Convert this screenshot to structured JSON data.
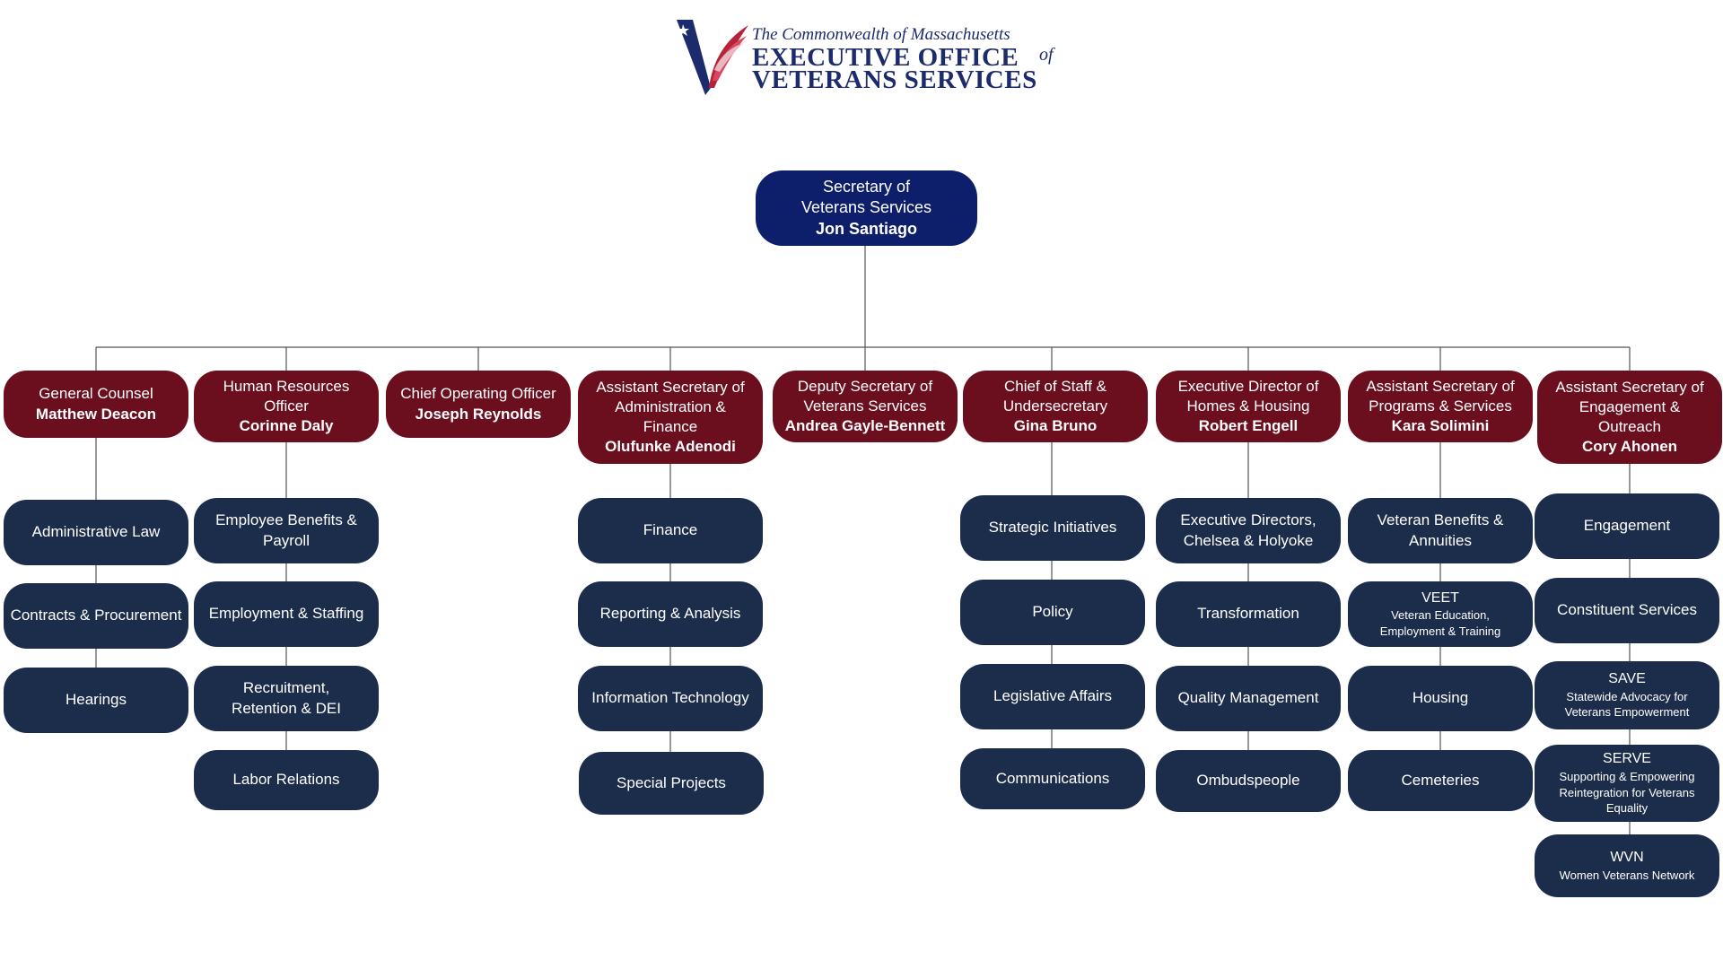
{
  "logo": {
    "line1": "The Commonwealth of Massachusetts",
    "line2": "EXECUTIVE OFFICE",
    "of": "of",
    "line3": "VETERANS SERVICES"
  },
  "secretary": {
    "title1": "Secretary of",
    "title2": "Veterans Services",
    "name": "Jon Santiago"
  },
  "heads": [
    {
      "t1": "General Counsel",
      "name": "Matthew Deacon"
    },
    {
      "t1": "Human Resources",
      "t2": "Officer",
      "name": "Corinne Daly"
    },
    {
      "t1": "Chief Operating Officer",
      "name": "Joseph Reynolds"
    },
    {
      "t1": "Assistant Secretary of",
      "t2": "Administration &",
      "t3": "Finance",
      "name": "Olufunke Adenodi"
    },
    {
      "t1": "Deputy Secretary of",
      "t2": "Veterans Services",
      "name": "Andrea Gayle-Bennett"
    },
    {
      "t1": "Chief of Staff &",
      "t2": "Undersecretary",
      "name": "Gina Bruno"
    },
    {
      "t1": "Executive Director of",
      "t2": "Homes & Housing",
      "name": "Robert Engell"
    },
    {
      "t1": "Assistant Secretary of",
      "t2": "Programs & Services",
      "name": "Kara Solimini"
    },
    {
      "t1": "Assistant Secretary of",
      "t2": "Engagement &",
      "t3": "Outreach",
      "name": "Cory Ahonen"
    }
  ],
  "col1": [
    "Administrative Law",
    "Contracts & Procurement",
    "Hearings"
  ],
  "col2": [
    {
      "l1": "Employee Benefits &",
      "l2": "Payroll"
    },
    {
      "l1": "Employment & Staffing"
    },
    {
      "l1": "Recruitment,",
      "l2": "Retention & DEI"
    },
    {
      "l1": "Labor Relations"
    }
  ],
  "col4": [
    "Finance",
    "Reporting & Analysis",
    "Information Technology",
    "Special Projects"
  ],
  "col6": [
    "Strategic Initiatives",
    "Policy",
    "Legislative Affairs",
    "Communications"
  ],
  "col7": [
    {
      "l1": "Executive Directors,",
      "l2": "Chelsea & Holyoke"
    },
    {
      "l1": "Transformation"
    },
    {
      "l1": "Quality Management"
    },
    {
      "l1": "Ombudspeople"
    }
  ],
  "col8": [
    {
      "l1": "Veteran Benefits &",
      "l2": "Annuities"
    },
    {
      "acr": "VEET",
      "s1": "Veteran Education,",
      "s2": "Employment & Training"
    },
    {
      "l1": "Housing"
    },
    {
      "l1": "Cemeteries"
    }
  ],
  "col9": [
    {
      "l1": "Engagement"
    },
    {
      "l1": "Constituent Services"
    },
    {
      "acr": "SAVE",
      "s1": "Statewide Advocacy for",
      "s2": "Veterans Empowerment"
    },
    {
      "acr": "SERVE",
      "s1": "Supporting & Empowering",
      "s2": "Reintegration for Veterans",
      "s3": "Equality"
    },
    {
      "acr": "WVN",
      "s1": "Women Veterans Network"
    }
  ],
  "colors": {
    "top": "#0d1e6b",
    "head": "#6b0f1f",
    "dept": "#1c2d4b",
    "line": "#555555"
  }
}
